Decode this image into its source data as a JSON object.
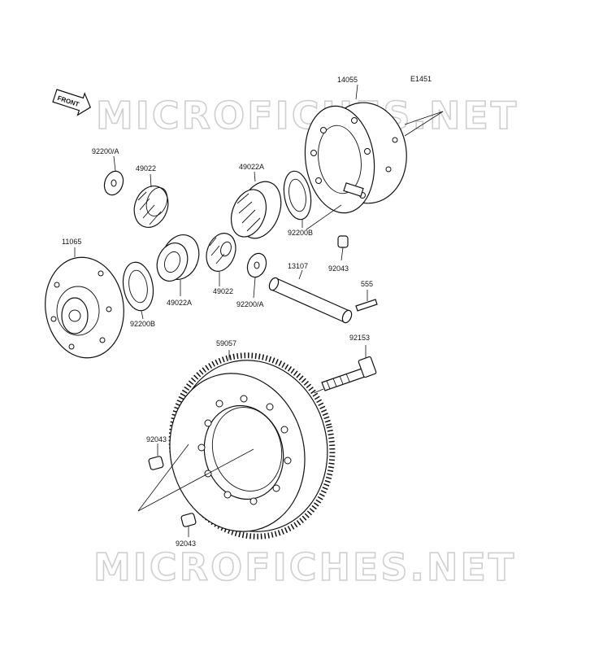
{
  "diagram_code": "E1451",
  "front_indicator": "FRONT",
  "watermark": "MICROFICHES.NET",
  "parts": {
    "case_right": "14055",
    "washer_left": "92200/A",
    "pinion_left": "49022",
    "side_gear_upper": "49022A",
    "thrust_washer_upper": "92200B",
    "collar_upper": "92043",
    "case_left": "11065",
    "side_gear_lower": "49022A",
    "pinion_lower": "49022",
    "washer_lower": "92200/A",
    "thrust_washer_lower": "92200B",
    "shaft": "13107",
    "pin": "555",
    "bolt": "92153",
    "ring_gear": "59057",
    "collar_lower_left": "92043",
    "collar_lower_bottom": "92043"
  }
}
